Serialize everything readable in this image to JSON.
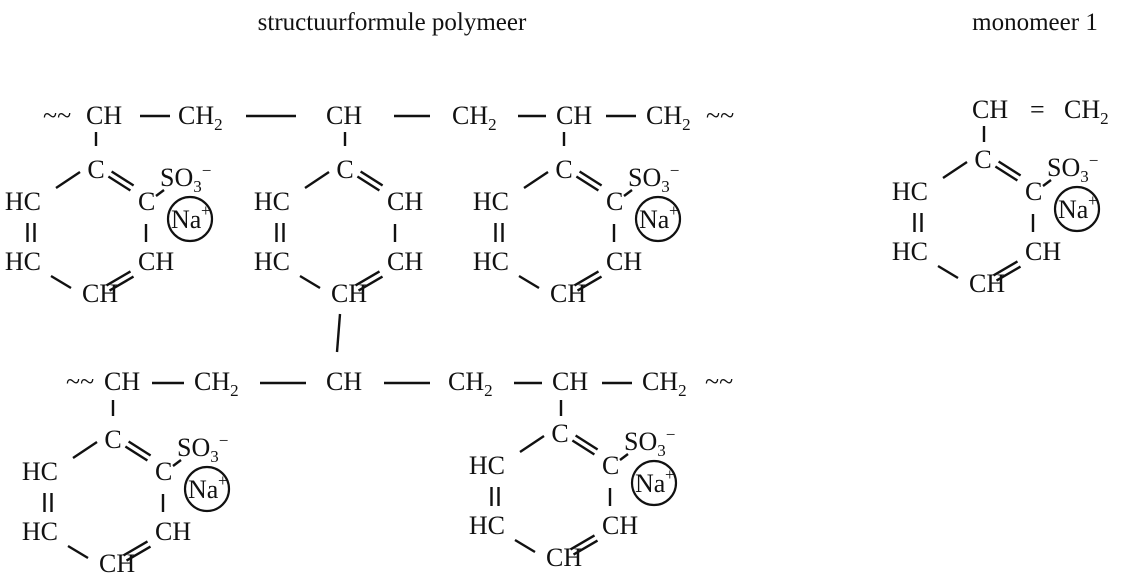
{
  "titles": {
    "polymer": "structuurformule polymeer",
    "monomer": "monomeer 1"
  },
  "labels": {
    "ch": "CH",
    "ch2": "CH",
    "sub2": "2",
    "c": "C",
    "hc": "HC",
    "so3": "SO",
    "sub3": "3",
    "minus": "−",
    "na": "Na",
    "plus": "+",
    "tilde": "~~",
    "equals": "="
  }
}
